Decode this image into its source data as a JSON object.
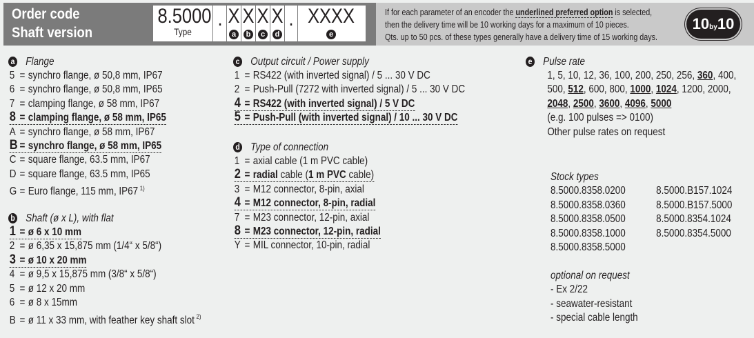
{
  "header": {
    "title_line1": "Order code",
    "title_line2": "Shaft version",
    "type_value": "8.5000",
    "type_label": "Type",
    "dot": ".",
    "placeholders": [
      "X",
      "X",
      "X",
      "X"
    ],
    "placeholder_labels": [
      "a",
      "b",
      "c",
      "d"
    ],
    "pulse_placeholder": "XXXX",
    "pulse_label": "e"
  },
  "notice": {
    "line1_pre": "If for each parameter of an encoder the ",
    "line1_emph": "underlined preferred option",
    "line1_post": " is selected,",
    "line2": "then the delivery time will be 10 working days for a maximum of 10 pieces.",
    "line3": "Qts. up to 50 pcs. of these types generally have a delivery time of 15 working days.",
    "badge_left": "10",
    "badge_mid": "by",
    "badge_right": "10"
  },
  "sections": [
    {
      "id": "a",
      "title": "Flange",
      "items": [
        {
          "code": "5",
          "pref": false,
          "segs": [
            {
              "t": "synchro flange, ø 50,8 mm, IP67"
            }
          ]
        },
        {
          "code": "6",
          "pref": false,
          "segs": [
            {
              "t": "synchro flange, ø 50,8 mm, IP65"
            }
          ]
        },
        {
          "code": "7",
          "pref": false,
          "segs": [
            {
              "t": "clamping flange, ø 58 mm, IP67"
            }
          ]
        },
        {
          "code": "8",
          "pref": true,
          "segs": [
            {
              "t": "clamping flange, ø 58 mm, IP65"
            }
          ]
        },
        {
          "code": "A",
          "pref": false,
          "segs": [
            {
              "t": "synchro flange, ø 58 mm, IP67"
            }
          ]
        },
        {
          "code": "B",
          "pref": true,
          "segs": [
            {
              "t": "synchro flange, ø 58 mm, IP65"
            }
          ]
        },
        {
          "code": "C",
          "pref": false,
          "segs": [
            {
              "t": "square flange, 63.5 mm, IP67"
            }
          ]
        },
        {
          "code": "D",
          "pref": false,
          "segs": [
            {
              "t": "square flange, 63.5 mm, IP65"
            }
          ]
        },
        {
          "code": "G",
          "pref": false,
          "segs": [
            {
              "t": "Euro flange, 115 mm, IP67"
            }
          ],
          "sup": "1)"
        }
      ]
    },
    {
      "id": "b",
      "title": "Shaft (ø x L), with flat",
      "items": [
        {
          "code": "1",
          "pref": true,
          "segs": [
            {
              "t": "ø 6 x 10 mm"
            }
          ]
        },
        {
          "code": "2",
          "pref": false,
          "segs": [
            {
              "t": "ø 6,35 x 15,875 mm (1/4“ x 5/8“)"
            }
          ]
        },
        {
          "code": "3",
          "pref": true,
          "segs": [
            {
              "t": "ø 10 x 20 mm"
            }
          ]
        },
        {
          "code": "4",
          "pref": false,
          "segs": [
            {
              "t": "ø 9,5 x 15,875 mm (3/8“ x 5/8“)"
            }
          ]
        },
        {
          "code": "5",
          "pref": false,
          "segs": [
            {
              "t": "ø 12 x 20 mm"
            }
          ]
        },
        {
          "code": "6",
          "pref": false,
          "segs": [
            {
              "t": "ø 8 x 15mm"
            }
          ]
        },
        {
          "code": "B",
          "pref": false,
          "segs": [
            {
              "t": "ø 11 x 33 mm, with feather key shaft slot"
            }
          ],
          "sup": "2)"
        }
      ]
    },
    {
      "id": "c",
      "title": "Output circuit / Power supply",
      "items": [
        {
          "code": "1",
          "pref": false,
          "segs": [
            {
              "t": "RS422 (with inverted signal) / 5 ... 30 V DC"
            }
          ]
        },
        {
          "code": "2",
          "pref": false,
          "segs": [
            {
              "t": "Push-Pull (7272 with inverted signal) / 5 ... 30 V DC"
            }
          ]
        },
        {
          "code": "4",
          "pref": true,
          "segs": [
            {
              "t": "RS422 (with inverted signal) / 5 V DC"
            }
          ]
        },
        {
          "code": "5",
          "pref": true,
          "segs": [
            {
              "t": "Push-Pull (with inverted signal) / 10 ... 30 V DC"
            }
          ]
        }
      ]
    },
    {
      "id": "d",
      "title": "Type of connection",
      "items": [
        {
          "code": "1",
          "pref": false,
          "segs": [
            {
              "t": "axial cable (1 m PVC cable)"
            }
          ]
        },
        {
          "code": "2",
          "pref": true,
          "segs": [
            {
              "t": "radial"
            },
            {
              "t": " cable (",
              "n": true
            },
            {
              "t": "1 m PVC"
            },
            {
              "t": " cable)",
              "n": true
            }
          ]
        },
        {
          "code": "3",
          "pref": false,
          "segs": [
            {
              "t": "M12 connector, 8-pin, axial"
            }
          ]
        },
        {
          "code": "4",
          "pref": true,
          "segs": [
            {
              "t": "M12 connector, 8-pin, radial"
            }
          ]
        },
        {
          "code": "7",
          "pref": false,
          "segs": [
            {
              "t": "M23 connector, 12-pin, axial"
            }
          ]
        },
        {
          "code": "8",
          "pref": true,
          "segs": [
            {
              "t": "M23 connector, 12-pin, radial"
            }
          ]
        },
        {
          "code": "Y",
          "pref": false,
          "segs": [
            {
              "t": "MIL connector, 10-pin, radial"
            }
          ]
        }
      ]
    }
  ],
  "pulse": {
    "id": "e",
    "title": "Pulse rate",
    "lines": [
      [
        {
          "v": "1"
        },
        {
          "v": "5"
        },
        {
          "v": "10"
        },
        {
          "v": "12"
        },
        {
          "v": "36"
        },
        {
          "v": "100"
        },
        {
          "v": "200"
        },
        {
          "v": "250"
        },
        {
          "v": "256"
        },
        {
          "v": "360",
          "p": true
        },
        {
          "v": "400"
        }
      ],
      [
        {
          "v": "500"
        },
        {
          "v": "512",
          "p": true
        },
        {
          "v": "600"
        },
        {
          "v": "800"
        },
        {
          "v": "1000",
          "p": true
        },
        {
          "v": "1024",
          "p": true
        },
        {
          "v": "1200"
        },
        {
          "v": "2000"
        }
      ],
      [
        {
          "v": "2048",
          "p": true
        },
        {
          "v": "2500",
          "p": true
        },
        {
          "v": "3600",
          "p": true
        },
        {
          "v": "4096",
          "p": true
        },
        {
          "v": "5000",
          "p": true,
          "last": true
        }
      ]
    ],
    "example": "(e.g. 100 pulses => 0100)",
    "other": "Other pulse rates on request"
  },
  "stock": {
    "title": "Stock types",
    "col1": [
      "8.5000.8358.0200",
      "8.5000.8358.0360",
      "8.5000.8358.0500",
      "8.5000.8358.1000",
      "8.5000.8358.5000"
    ],
    "col2": [
      "8.5000.B157.1024",
      "8.5000.B157.5000",
      "8.5000.8354.1024",
      "8.5000.8354.5000"
    ]
  },
  "optional": {
    "title": "optional on request",
    "items": [
      "- Ex 2/22",
      "- seawater-resistant",
      "- special cable length"
    ]
  },
  "eq": "="
}
